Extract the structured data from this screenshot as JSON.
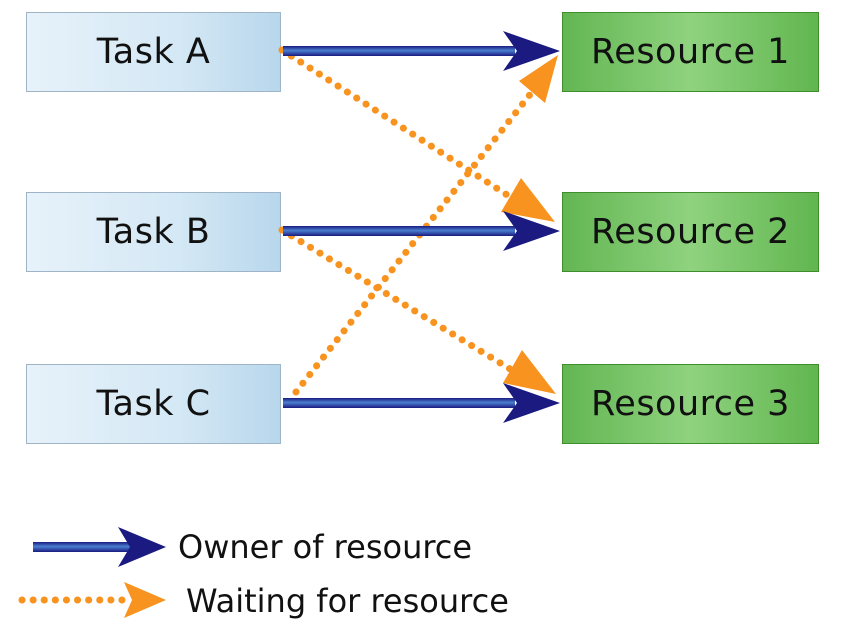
{
  "tasks": [
    {
      "id": "task-a",
      "label": "Task A"
    },
    {
      "id": "task-b",
      "label": "Task B"
    },
    {
      "id": "task-c",
      "label": "Task C"
    }
  ],
  "resources": [
    {
      "id": "res-1",
      "label": "Resource 1"
    },
    {
      "id": "res-2",
      "label": "Resource 2"
    },
    {
      "id": "res-3",
      "label": "Resource 3"
    }
  ],
  "edges": [
    {
      "from": "Task A",
      "to": "Resource 1",
      "kind": "owner"
    },
    {
      "from": "Task B",
      "to": "Resource 2",
      "kind": "owner"
    },
    {
      "from": "Task C",
      "to": "Resource 3",
      "kind": "owner"
    },
    {
      "from": "Task A",
      "to": "Resource 2",
      "kind": "waiting"
    },
    {
      "from": "Task B",
      "to": "Resource 3",
      "kind": "waiting"
    },
    {
      "from": "Task C",
      "to": "Resource 1",
      "kind": "waiting"
    }
  ],
  "legend": {
    "owner_label": "Owner of resource",
    "waiting_label": "Waiting for resource"
  },
  "colors": {
    "owner_arrow": "#1a1a80",
    "waiting_arrow": "#f7931e",
    "task_fill": "#d4e8f5",
    "resource_fill": "#7cc76b"
  }
}
